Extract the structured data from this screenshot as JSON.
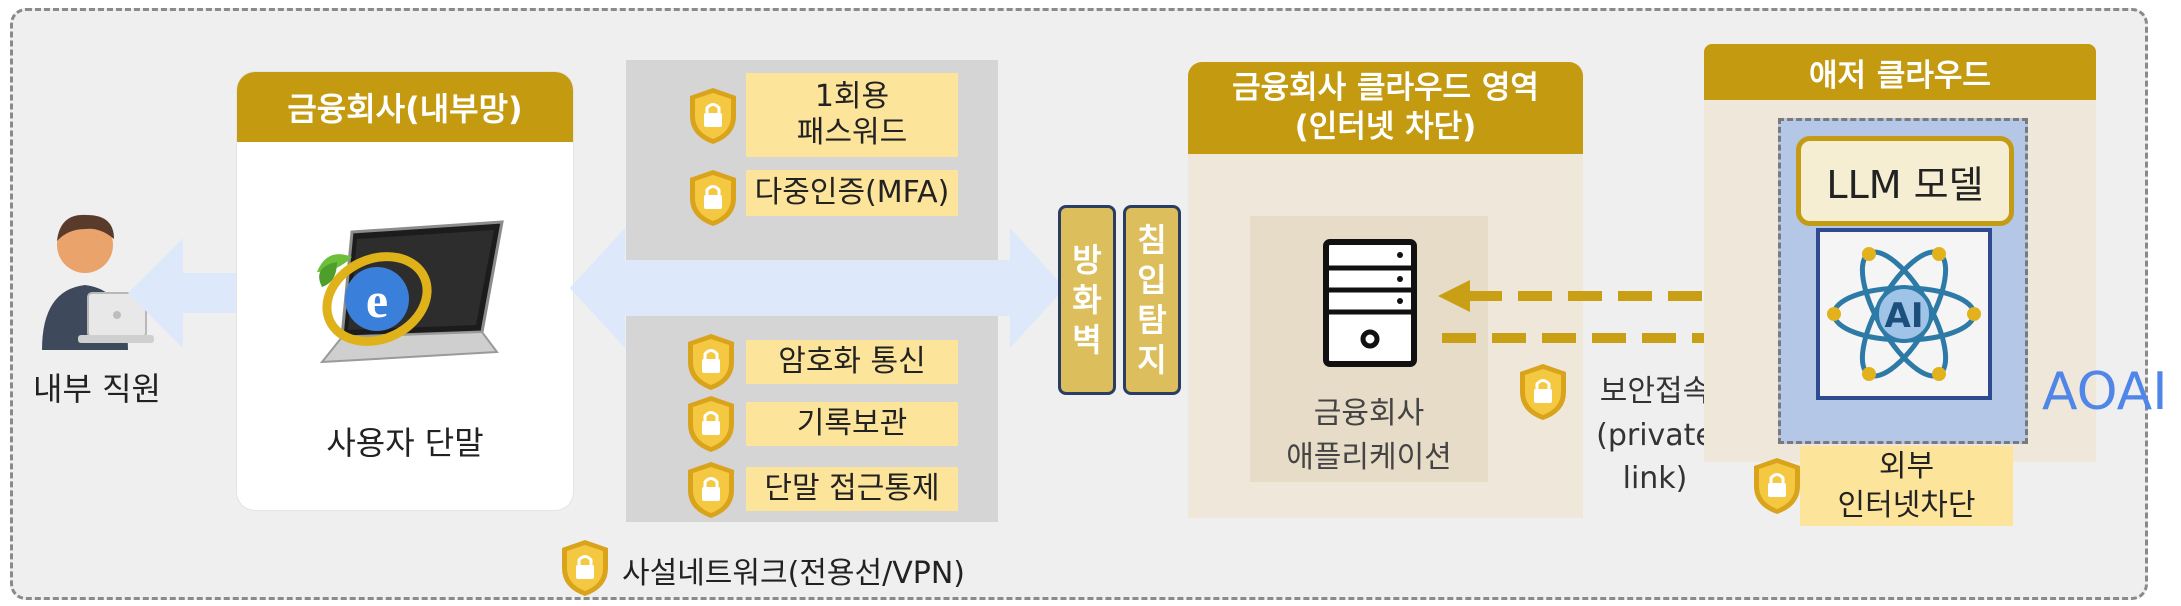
{
  "internal_network": {
    "title": "금융회사(내부망)",
    "employee_label": "내부 직원",
    "terminal_label": "사용자 단말"
  },
  "auth_controls": {
    "otp": "1회용\n패스워드",
    "mfa": "다중인증(MFA)"
  },
  "transport_controls": {
    "encryption": "암호화 통신",
    "logging": "기록보관",
    "access_control": "단말 접근통제"
  },
  "private_network_label": "사설네트워크(전용선/VPN)",
  "security_devices": {
    "firewall": "방\n화\n벽",
    "ids": "침\n입\n탐\n지"
  },
  "fin_cloud": {
    "title": "금융회사 클라우드 영역\n(인터넷 차단)",
    "app_label": "금융회사\n애플리케이션"
  },
  "secure_link_label": "보안접속\n(private link)",
  "azure": {
    "title": "애저 클라우드",
    "llm_label": "LLM 모델",
    "ai_text": "AI",
    "aoai_label": "AOAI",
    "internet_block_label": "외부\n인터넷차단"
  },
  "colors": {
    "gold": "#c39a10",
    "light_yellow": "#fde49b",
    "arrow_blue": "#dde8fb",
    "dashed_arrow": "#c9a015",
    "aoai_blue": "#4f86e8"
  },
  "icons": [
    "person-with-laptop-icon",
    "laptop-with-browser-icon",
    "lock-shield-icon",
    "server-icon",
    "ai-atom-icon"
  ]
}
